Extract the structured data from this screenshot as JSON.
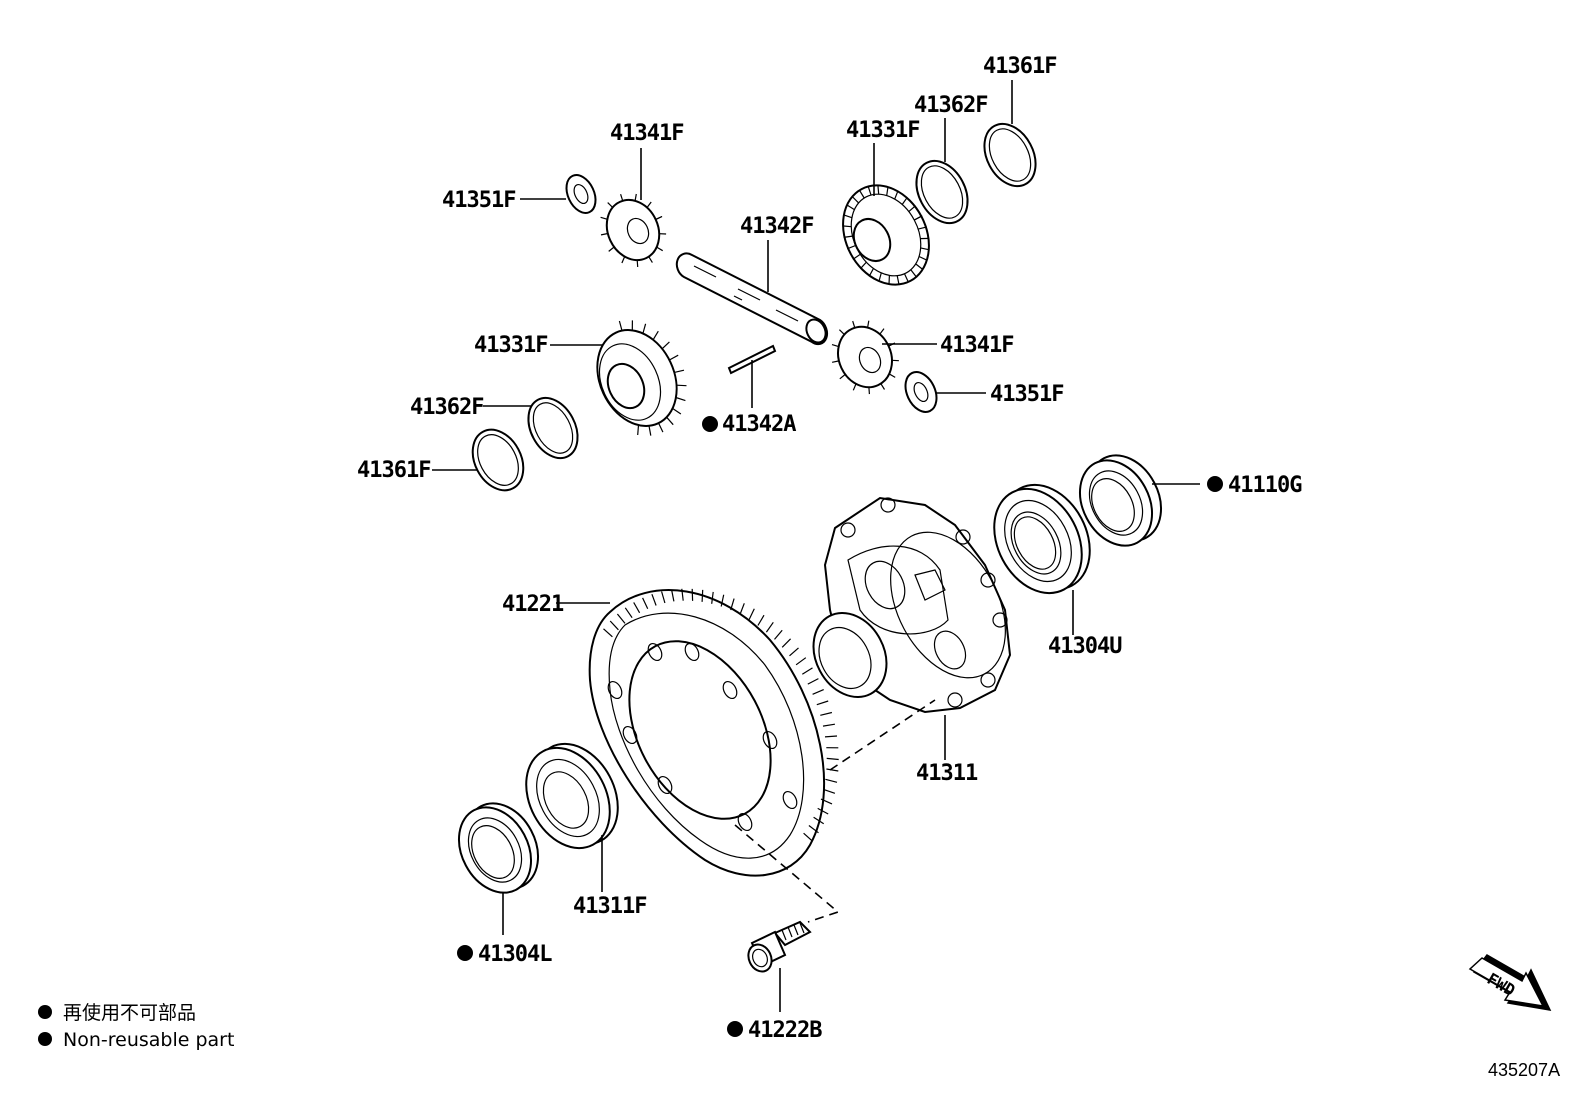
{
  "callouts": {
    "p41361F_top": "41361F",
    "p41362F_top": "41362F",
    "p41341F_top": "41341F",
    "p41331F_top": "41331F",
    "p41351F_left": "41351F",
    "p41342F": "41342F",
    "p41331F_left": "41331F",
    "p41341F_right": "41341F",
    "p41342A": "41342A",
    "p41351F_right": "41351F",
    "p41362F_left": "41362F",
    "p41361F_left": "41361F",
    "p41110G": "41110G",
    "p41221": "41221",
    "p41304U": "41304U",
    "p41311": "41311",
    "p41311F": "41311F",
    "p41304L": "41304L",
    "p41222B": "41222B"
  },
  "legend": {
    "line_ja": "再使用不可部品",
    "line_en": "Non-reusable part"
  },
  "fwd_label": "FWD",
  "figure_number": "435207A"
}
